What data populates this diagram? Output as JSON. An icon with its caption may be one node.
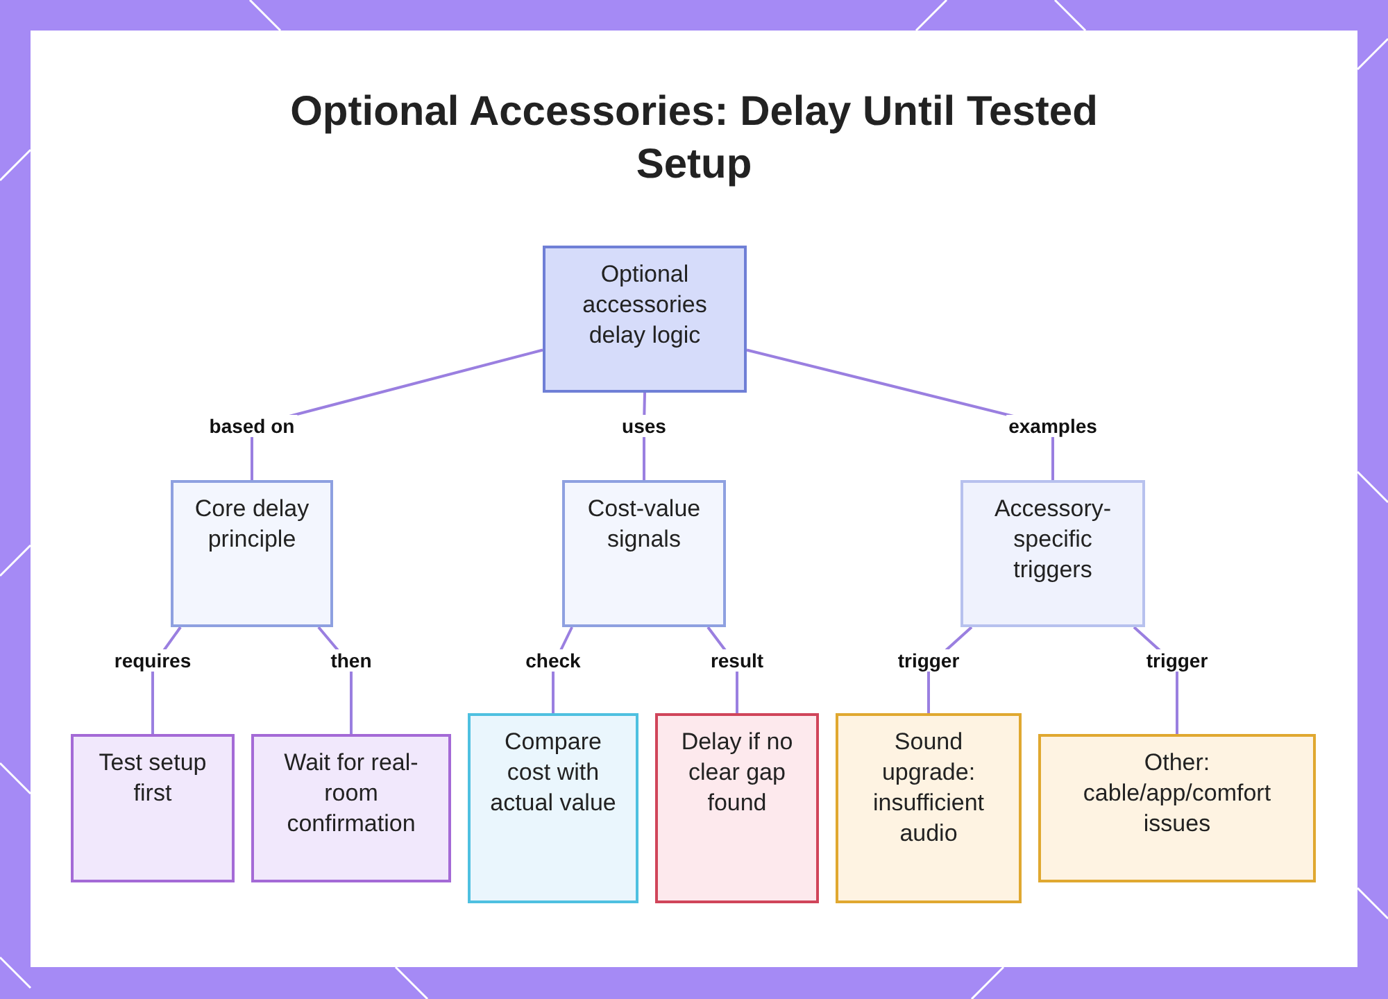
{
  "diagram": {
    "title": "Optional Accessories: Delay Until Tested Setup",
    "nodes": [
      {
        "text": [
          "Optional accessories delay logic"
        ]
      },
      {
        "text": [
          "Core delay principle"
        ]
      },
      {
        "text": [
          "Cost-value signals"
        ]
      },
      {
        "text": [
          "Accessory-specific triggers"
        ]
      },
      {
        "text": [
          "Test setup first"
        ]
      },
      {
        "text": [
          "Wait for real-room confirmation"
        ]
      },
      {
        "text": [
          "Compare cost with actual value"
        ]
      },
      {
        "text": [
          "Delay if no clear gap found"
        ]
      },
      {
        "text": [
          "Sound upgrade: insufficient audio"
        ]
      },
      {
        "text": [
          "Other: cable/app/comfort issues"
        ]
      }
    ],
    "edges": [
      {
        "from": 0,
        "to": 1,
        "arrow": "none",
        "label": "based on"
      },
      {
        "from": 0,
        "to": 2,
        "arrow": "none",
        "label": "uses"
      },
      {
        "from": 0,
        "to": 3,
        "arrow": "none",
        "label": "examples"
      },
      {
        "from": 1,
        "to": 4,
        "arrow": "none",
        "label": "requires"
      },
      {
        "from": 1,
        "to": 5,
        "arrow": "none",
        "label": "then"
      },
      {
        "from": 2,
        "to": 6,
        "arrow": "none",
        "label": "check"
      },
      {
        "from": 2,
        "to": 7,
        "arrow": "none",
        "label": "result"
      },
      {
        "from": 3,
        "to": 8,
        "arrow": "none",
        "label": "trigger"
      },
      {
        "from": 3,
        "to": 9,
        "arrow": "none",
        "label": "trigger"
      }
    ]
  }
}
